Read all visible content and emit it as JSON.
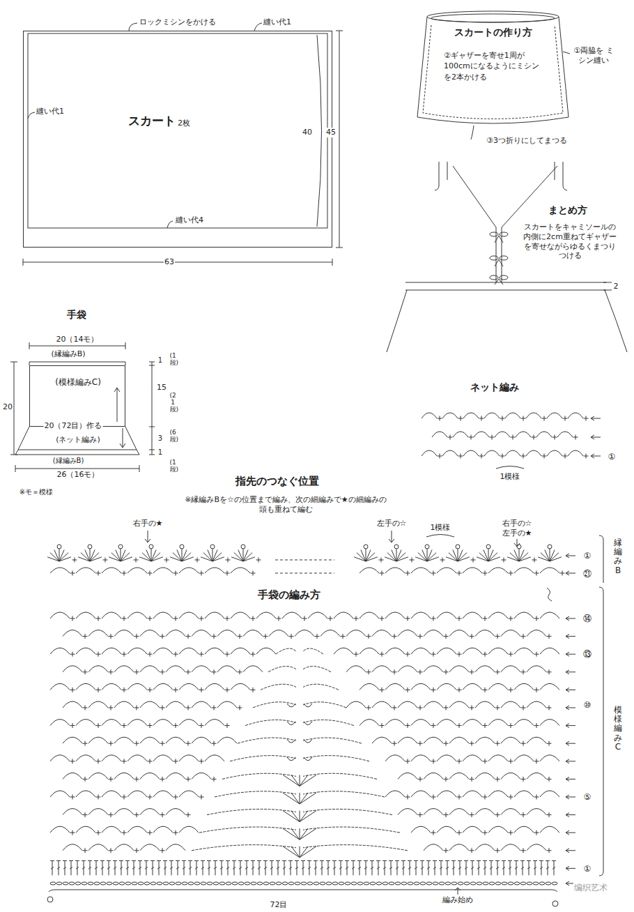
{
  "diagram": {
    "nodes": [
      {
        "text": [
          "スカート",
          "2枚"
        ]
      },
      {
        "text": [
          "スカートの作り方",
          "②ギャザーを寄せ1周が100cmになるようにミシンを2本かける"
        ]
      },
      {
        "text": [
          "(模様編みC)"
        ]
      }
    ],
    "labels": [
      "ロックミシンをかける",
      "縫い代1",
      "縫い代1",
      "40",
      "45",
      "縫い代4",
      "63",
      "①両脇を ミシン縫い",
      "③3つ折りにしてまつる",
      "まとめ方",
      "スカートをキャミソールの内側に2cm重ねてギャザーを寄せながらゆるくまつりつける",
      "2",
      "手袋",
      "20（14モ）",
      "(縁編みB)",
      "20（72目）作る",
      "(ネット編み)",
      "(縁編みB)",
      "26（16モ）",
      "※モ＝模様",
      "20",
      "1",
      "(1段)",
      "15",
      "(21段)",
      "(6段)",
      "3",
      "1",
      "(1段)",
      "ネット編み",
      "1模様",
      "①",
      "指先のつなぐ位置",
      "※縁編みBを☆の位置まで編み、次の細編みで★の細編みの頭も重ねて編む",
      "右手の★",
      "左手の☆",
      "1模様",
      "右手の☆ 左手の★",
      "①",
      "㉑",
      "縁編みB",
      "手袋の編み方",
      "⑭",
      "⑬",
      "⑩",
      "⑤",
      "①",
      "模様編みC",
      "編み始め",
      "72目",
      "编织艺术"
    ]
  }
}
